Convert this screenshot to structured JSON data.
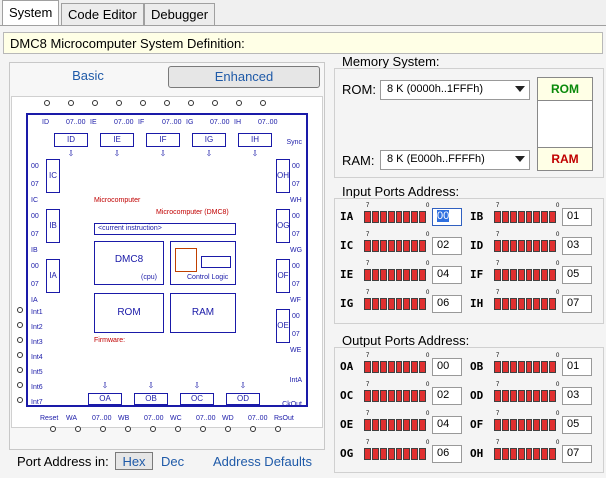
{
  "tabs": [
    {
      "label": "System"
    },
    {
      "label": "Code Editor"
    },
    {
      "label": "Debugger"
    }
  ],
  "title": "DMC8 Microcomputer System Definition:",
  "modes": {
    "basic": "Basic",
    "enhanced": "Enhanced"
  },
  "chip": {
    "top_ports": [
      "ID",
      "IE",
      "IF",
      "IG",
      "IH"
    ],
    "top_pin_labels": [
      "ID",
      "07..00",
      "IE",
      "07..00",
      "IF",
      "07..00",
      "IG",
      "07..00",
      "IH",
      "07..00"
    ],
    "left_ports": [
      "IC",
      "IB",
      "IA"
    ],
    "left_ctrl": [
      "IC",
      "IB",
      "IA"
    ],
    "right_ports": [
      "OH",
      "OG",
      "OF",
      "OE"
    ],
    "right_ctrl": [
      "WH",
      "WG",
      "WF",
      "WE"
    ],
    "bottom_ports": [
      "OA",
      "OB",
      "OC",
      "OD"
    ],
    "bottom_pin_labels": [
      "Reset",
      "WA",
      "07..00",
      "WB",
      "07..00",
      "WC",
      "07..00",
      "WD",
      "07..00",
      "RsOut"
    ],
    "ints": [
      "Int1",
      "Int2",
      "Int3",
      "Int4",
      "Int5",
      "Int6",
      "Int7"
    ],
    "bit_hi": "00",
    "bit_lo": "07",
    "sync": "Sync",
    "inta": "IntA",
    "ckout": "CkOut",
    "microcomputer": "Microcomputer",
    "microcomputer_name": "Microcomputer (DMC8)",
    "current_instruction": "<current instruction>",
    "cpu": "DMC8",
    "cpu_sub": "(cpu)",
    "control_logic": "Control Logic",
    "rom": "ROM",
    "ram": "RAM",
    "firmware": "Firmware:"
  },
  "bottom": {
    "label": "Port Address in:",
    "hex": "Hex",
    "dec": "Dec",
    "defaults": "Address Defaults"
  },
  "memory": {
    "title": "Memory System:",
    "rom_label": "ROM:",
    "rom_value": "8 K (0000h..1FFFh)",
    "rom_ind": "ROM",
    "rom_color": "#0a8a0a",
    "ram_label": "RAM:",
    "ram_value": "8 K (E000h..FFFFh)",
    "ram_ind": "RAM",
    "ram_color": "#c00000"
  },
  "input_ports": {
    "title": "Input Ports Address:",
    "items": [
      {
        "name": "IA",
        "value": "00"
      },
      {
        "name": "IB",
        "value": "01"
      },
      {
        "name": "IC",
        "value": "02"
      },
      {
        "name": "ID",
        "value": "03"
      },
      {
        "name": "IE",
        "value": "04"
      },
      {
        "name": "IF",
        "value": "05"
      },
      {
        "name": "IG",
        "value": "06"
      },
      {
        "name": "IH",
        "value": "07"
      }
    ]
  },
  "output_ports": {
    "title": "Output Ports Address:",
    "items": [
      {
        "name": "OA",
        "value": "00"
      },
      {
        "name": "OB",
        "value": "01"
      },
      {
        "name": "OC",
        "value": "02"
      },
      {
        "name": "OD",
        "value": "03"
      },
      {
        "name": "OE",
        "value": "04"
      },
      {
        "name": "OF",
        "value": "05"
      },
      {
        "name": "OG",
        "value": "06"
      },
      {
        "name": "OH",
        "value": "07"
      }
    ]
  },
  "bit_labels": {
    "hi": "7",
    "lo": "0"
  }
}
